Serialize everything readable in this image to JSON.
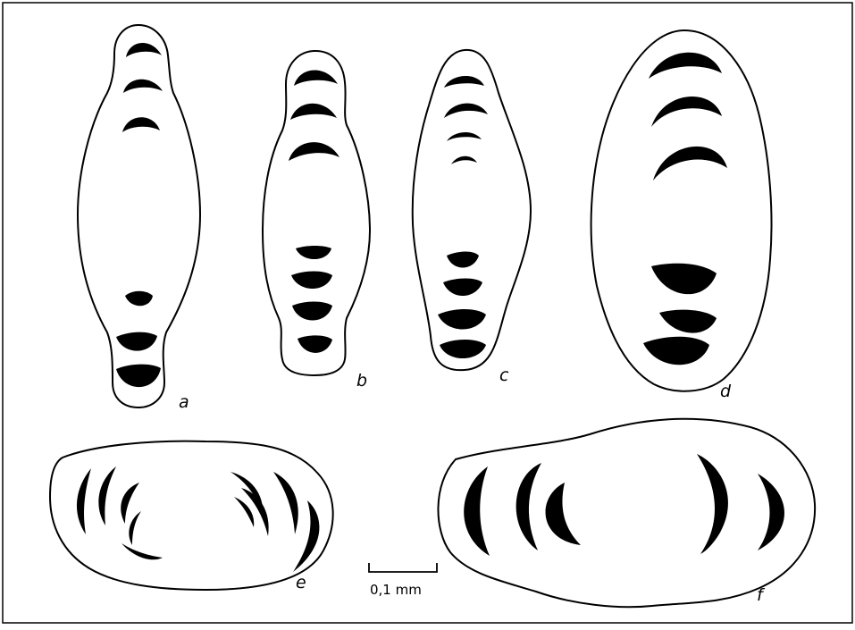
{
  "figure": {
    "panels": [
      {
        "id": "a",
        "label": "a"
      },
      {
        "id": "b",
        "label": "b"
      },
      {
        "id": "c",
        "label": "c"
      },
      {
        "id": "d",
        "label": "d"
      },
      {
        "id": "e",
        "label": "e"
      },
      {
        "id": "f",
        "label": "f"
      }
    ],
    "scale_bar": {
      "label": "0,1 mm"
    }
  },
  "colors": {
    "outline": "#000000",
    "fill": "#000000",
    "background": "#ffffff"
  }
}
